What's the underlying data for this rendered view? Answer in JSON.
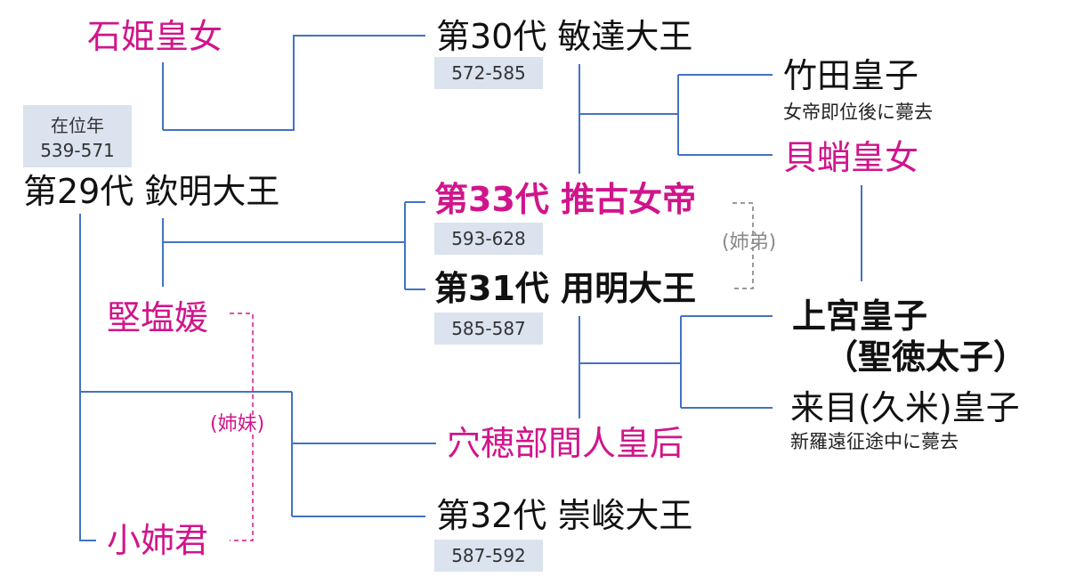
{
  "colors": {
    "pink": "#d0158c",
    "line": "#4472c4",
    "label_bg": "#dbe3ef",
    "dashed_gray": "#9a9a9a"
  },
  "nodes": {
    "ishihime": "石姫皇女",
    "bidatsu": "第30代 敏達大王",
    "bidatsu_years": "572-585",
    "takeda": "竹田皇子",
    "takeda_note": "女帝即位後に薨去",
    "kaitako": "貝蛸皇女",
    "kinmei_years_label": "在位年",
    "kinmei_years": "539-571",
    "kinmei": "第29代 欽明大王",
    "suiko": "第33代 推古女帝",
    "suiko_years": "593-628",
    "siblings_ane_otouto": "(姉弟)",
    "yomei": "第31代 用明大王",
    "yomei_years": "585-587",
    "kitashihime": "堅塩媛",
    "umayado": "上宮皇子",
    "shotoku": "（聖徳太子）",
    "kume": "来目(久米)皇子",
    "kume_note": "新羅遠征途中に薨去",
    "siblings_sisters": "(姉妹)",
    "anahobe": "穴穂部間人皇后",
    "sushun": "第32代 崇峻大王",
    "sushun_years": "587-592",
    "oane": "小姉君"
  }
}
